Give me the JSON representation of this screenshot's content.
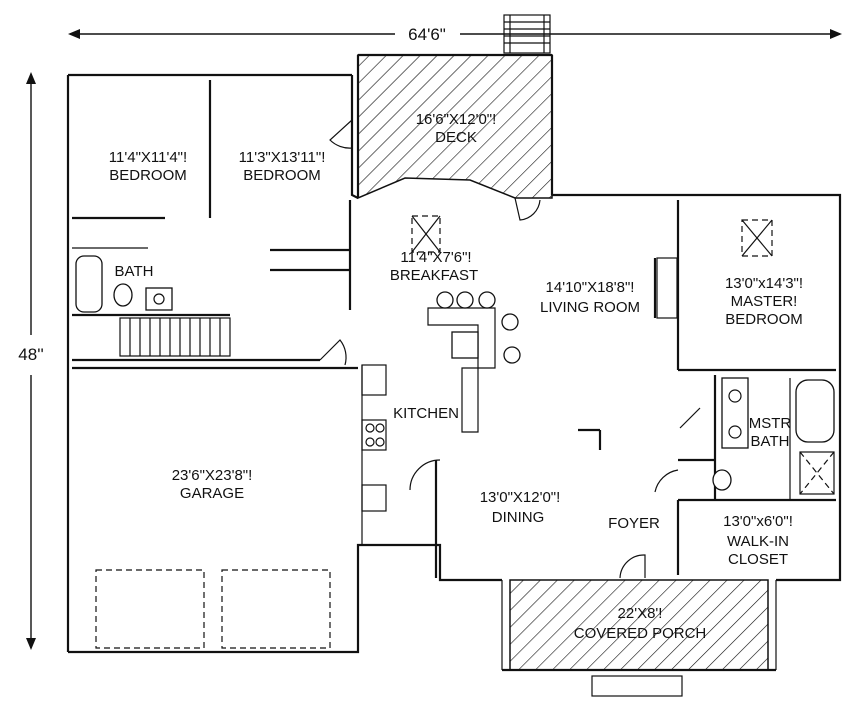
{
  "dimensions": {
    "overall_width": "64'6\"",
    "overall_depth": "48''"
  },
  "rooms": {
    "bedroom1": {
      "size": "11'4\"X11'4\"!",
      "name": "BEDROOM"
    },
    "bedroom2": {
      "size": "11'3\"X13'11\"!",
      "name": "BEDROOM"
    },
    "deck": {
      "size": "16'6\"X12'0\"!",
      "name": "DECK"
    },
    "bath": {
      "name": "BATH"
    },
    "breakfast": {
      "size": "11'4\"X7'6\"!",
      "name": "BREAKFAST"
    },
    "living": {
      "size": "14'10\"X18'8\"!",
      "name": "LIVING ROOM"
    },
    "master": {
      "size": "13'0\"x14'3\"!",
      "name1": "MASTER!",
      "name2": "BEDROOM"
    },
    "kitchen": {
      "name": "KITCHEN"
    },
    "mstr_bath": {
      "name1": "MSTR",
      "name2": "BATH"
    },
    "garage": {
      "size": "23'6\"X23'8\"!",
      "name": "GARAGE"
    },
    "dining": {
      "size": "13'0\"X12'0\"!",
      "name": "DINING"
    },
    "foyer": {
      "name": "FOYER"
    },
    "closet": {
      "size": "13'0\"x6'0\"!",
      "name1": "WALK-IN",
      "name2": "CLOSET"
    },
    "porch": {
      "size": "22'X8'!",
      "name": "COVERED PORCH"
    }
  }
}
